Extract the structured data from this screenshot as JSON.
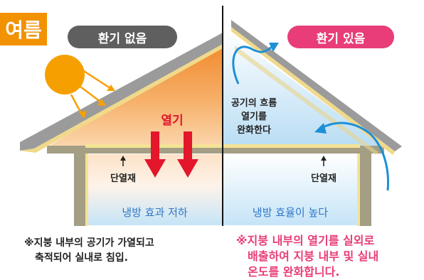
{
  "season_tag": "여름",
  "left_panel": {
    "title": "환기 없음",
    "heat_label": "열기",
    "insulation_label": "단열재",
    "cooling_text": "냉방 효과 저하",
    "note_line1": "※지붕 내부의 공기가 가열되고",
    "note_line2": "축적되어 실내로 침입."
  },
  "right_panel": {
    "title": "환기 있음",
    "flow_note_line1": "공기의 흐름",
    "flow_note_line2": "열기를",
    "flow_note_line3": "완화한다",
    "insulation_label": "단열재",
    "cooling_text": "냉방 효율이 높다",
    "note_line1": "※지붕 내부의 열기를 실외로",
    "note_line2": "배출하여 지붕 내부 및 실내",
    "note_line3": "온도를 완화합니다."
  },
  "colors": {
    "season_tag": "#f29200",
    "left_pill": "#5f5f5f",
    "right_pill": "#e83d78",
    "heat": "#e3162b",
    "airflow": "#1e8fd6",
    "sun": "#f5a000"
  }
}
